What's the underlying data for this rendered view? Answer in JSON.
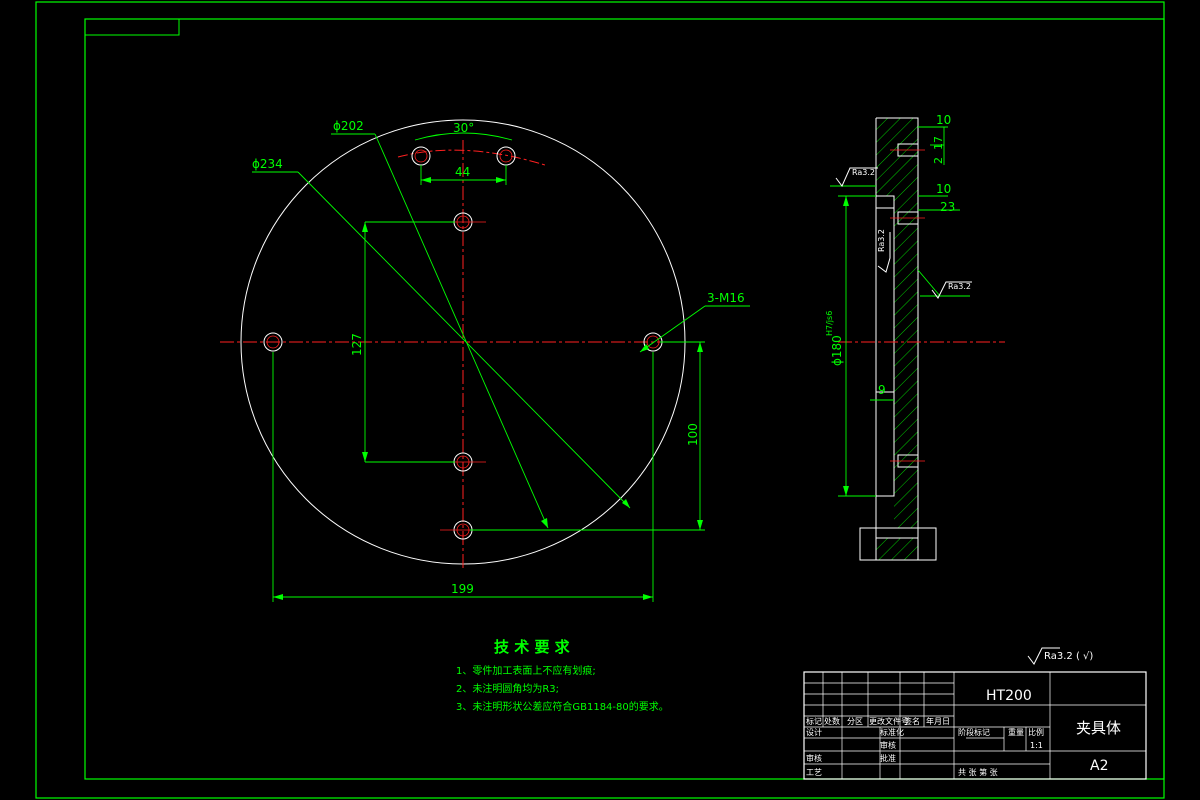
{
  "dimensions": {
    "d202": "ϕ202",
    "d234": "ϕ234",
    "angle30": "30°",
    "w44": "44",
    "h127": "127",
    "h100": "100",
    "w199": "199",
    "m16": "3-M16",
    "s10a": "10",
    "s17": "17",
    "s2": "2",
    "s10b": "10",
    "s23": "23",
    "d180": "ϕ180",
    "tol": "H7/js6",
    "s9": "9"
  },
  "roughness": {
    "r1": "Ra3.2",
    "r2": "Ra3.2",
    "r3": "Ra3.2",
    "general": "Ra3.2 ( √)"
  },
  "tech": {
    "heading": "技 术 要 求",
    "line1": "1、零件加工表面上不应有划痕;",
    "line2": "2、未注明圆角均为R3;",
    "line3": "3、未注明形状公差应符合GB1184-80的要求。"
  },
  "title_block": {
    "material": "HT200",
    "part_name": "夹具体",
    "size": "A2",
    "h_mark": "标记",
    "h_count": "处数",
    "h_zone": "分区",
    "h_change": "更改文件号",
    "h_sign": "签名",
    "h_date": "年月日",
    "designer": "设计",
    "standard": "标准化",
    "stage": "阶段标记",
    "weight": "重量",
    "scale": "比例",
    "scale_val": "1:1",
    "review": "审核",
    "check": "审核",
    "process": "工艺",
    "approve": "批准",
    "sheets": "共    张    第    张"
  }
}
